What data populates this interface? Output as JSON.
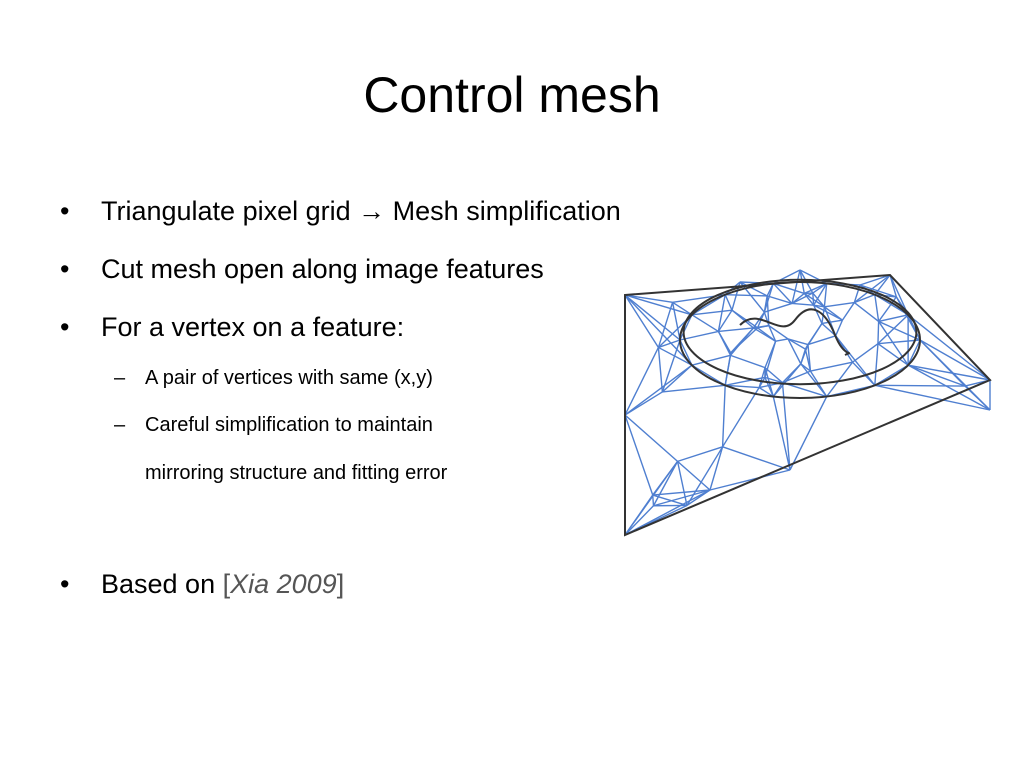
{
  "slide": {
    "title": "Control mesh",
    "bullets": [
      {
        "marker": "•",
        "pre": "Triangulate pixel grid",
        "arrow": "→",
        "post": "Mesh simplification"
      },
      {
        "marker": "•",
        "text": "Cut mesh open along image features"
      },
      {
        "marker": "•",
        "text": "For a vertex on a feature:",
        "sub": [
          {
            "marker": "–",
            "text": "A pair of vertices with same (x,y)"
          },
          {
            "marker": "–",
            "text": "Careful simplification to maintain",
            "continuation": "mirroring structure and fitting error"
          }
        ]
      },
      {
        "marker": "•",
        "pre": "Based on ",
        "open_bracket": "[",
        "reference": "Xia 2009",
        "close_bracket": "]"
      }
    ]
  },
  "figure": {
    "subject": "triangulated control mesh illustration",
    "mesh_color": "#4f7fd0",
    "outline_color": "#333333"
  }
}
